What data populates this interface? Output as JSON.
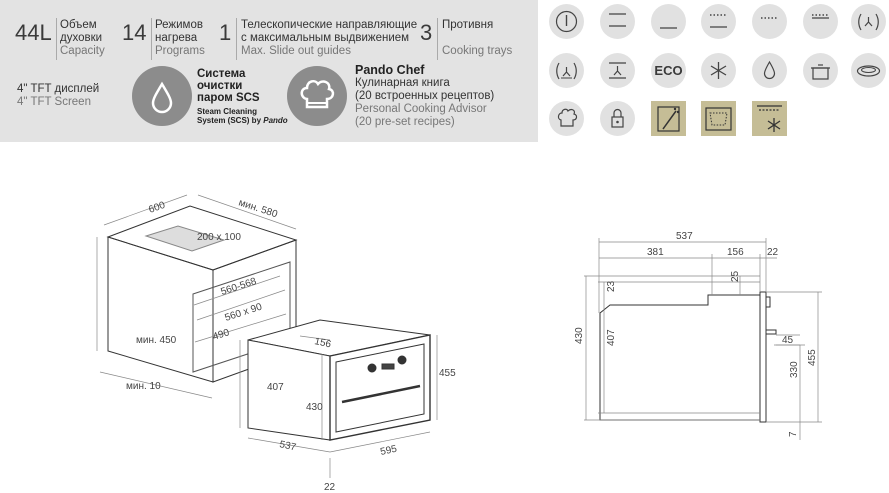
{
  "specs": {
    "capacity": {
      "value": "44L",
      "ru": "Объем духовки",
      "ru1": "Объем",
      "ru2": "духовки",
      "en": "Capacity"
    },
    "programs": {
      "value": "14",
      "ru1": "Режимов",
      "ru2": "нагрева",
      "en": "Programs"
    },
    "slides": {
      "value": "1",
      "ru1": "Телескопические направляющие",
      "ru2": "с максимальным выдвижением",
      "en": "Max. Slide out guides"
    },
    "trays": {
      "value": "3",
      "ru": "Противня",
      "en": "Cooking trays"
    },
    "screen": {
      "ru": "4\" TFT дисплей",
      "en": "4\" TFT Screen"
    }
  },
  "features": {
    "steam": {
      "title1": "Система",
      "title2": "очистки",
      "title3": "паром SCS",
      "sub1": "Steam Cleaning",
      "sub2": "System (SCS) by ",
      "sub2b": "Pando"
    },
    "chef": {
      "title": "Pando Chef",
      "ru1": "Кулинарная книга",
      "ru2": "(20 встроенных рецептов)",
      "en1": "Personal Cooking Advisor",
      "en2": "(20 pre-set recipes)"
    }
  },
  "icons": [
    "power-icon",
    "top-heat-icon",
    "bottom-heat-icon",
    "grill-icon",
    "small-grill-icon",
    "top-bottom-heat-icon",
    "fan-icon",
    "fan-ring-icon",
    "fan-bottom-icon",
    "eco-icon",
    "defrost-icon",
    "steam-drop-icon",
    "pot-icon",
    "pizza-icon",
    "chef-hat-icon",
    "child-lock-icon",
    "slide-guide-icon",
    "enamel-icon",
    "oven-defrost-icon"
  ],
  "eco_label": "ECO",
  "dims_left": {
    "d600": "600",
    "d580": "мин. 580",
    "d200": "200 x 100",
    "d560_568": "560-568",
    "d560x90": "560 x 90",
    "d490": "490",
    "d450": "мин. 450",
    "d10": "мин. 10",
    "d156": "156",
    "d407": "407",
    "d430": "430",
    "d455": "455",
    "d537": "537",
    "d595": "595",
    "d22": "22"
  },
  "dims_right": {
    "d537": "537",
    "d381": "381",
    "d156": "156",
    "d22": "22",
    "d25": "25",
    "d23": "23",
    "d430": "430",
    "d407": "407",
    "d45": "45",
    "d330": "330",
    "d455": "455",
    "d7": "7"
  }
}
